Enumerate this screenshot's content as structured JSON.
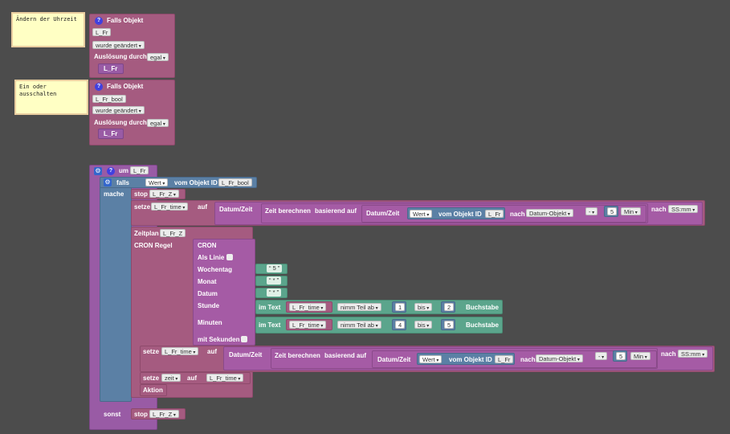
{
  "notes": {
    "n1": "Ändern der Uhrzeit",
    "n2": "Ein oder\nausschalten"
  },
  "trigger1": {
    "title": "Falls Objekt",
    "obj": "L_Fr",
    "cond": "wurde geändert",
    "aus": "Auslösung durch",
    "aus_val": "egal",
    "var": "L_Fr"
  },
  "trigger2": {
    "title": "Falls Objekt",
    "obj": "L_Fr_bool",
    "cond": "wurde geändert",
    "aus": "Auslösung durch",
    "aus_val": "egal",
    "var": "L_Fr"
  },
  "um": {
    "label": "um",
    "var": "L_Fr"
  },
  "falls": {
    "label": "falls",
    "wert": "Wert",
    "vom": "vom Objekt ID",
    "obj": "L_Fr_bool"
  },
  "mache": "mache",
  "sonst": "sonst",
  "stop1": {
    "label": "stop",
    "var": "L_Fr_Z"
  },
  "setze1": {
    "label": "setze",
    "var": "L_Fr_time",
    "auf": "auf",
    "datum": "Datum/Zeit",
    "zeitber": "Zeit berechnen",
    "basierend": "basierend auf",
    "datum2": "Datum/Zeit",
    "wert": "Wert",
    "vom": "vom Objekt ID",
    "obj": "L_Fr",
    "nach": "nach",
    "nach_val": "Datum-Objekt",
    "op": "-",
    "num": "5",
    "unit": "Min",
    "nach2": "nach",
    "fmt": "SS:mm"
  },
  "zeitplan": {
    "label": "Zeitplan",
    "var": "L_Fr_Z"
  },
  "cron": {
    "label": "CRON Regel",
    "title": "CRON",
    "als": "Als Linie",
    "wochentag": "Wochentag",
    "wt_val": "5",
    "monat": "Monat",
    "mo_val": "*",
    "datum": "Datum",
    "da_val": "*",
    "stunde": "Stunde",
    "minuten": "Minuten",
    "mitsek": "mit Sekunden",
    "imtext": "im Text",
    "var": "L_Fr_time",
    "nimm": "nimm Teil ab",
    "bis": "bis",
    "b1": "Buchstabe",
    "s1": "1",
    "s2": "2",
    "m1": "4",
    "m2": "5"
  },
  "setze2": {
    "label": "setze",
    "var": "L_Fr_time",
    "auf": "auf",
    "datum": "Datum/Zeit",
    "zeitber": "Zeit berechnen",
    "basierend": "basierend auf",
    "datum2": "Datum/Zeit",
    "wert": "Wert",
    "vom": "vom Objekt ID",
    "obj": "L_Fr",
    "nach": "nach",
    "nach_val": "Datum-Objekt",
    "op": "-",
    "num": "5",
    "unit": "Min",
    "nach2": "nach",
    "fmt": "SS:mm"
  },
  "setze3": {
    "label": "setze",
    "var": "zeit",
    "auf": "auf",
    "val": "L_Fr_time"
  },
  "aktion": "Aktion",
  "stop2": {
    "label": "stop",
    "var": "L_Fr_Z"
  }
}
